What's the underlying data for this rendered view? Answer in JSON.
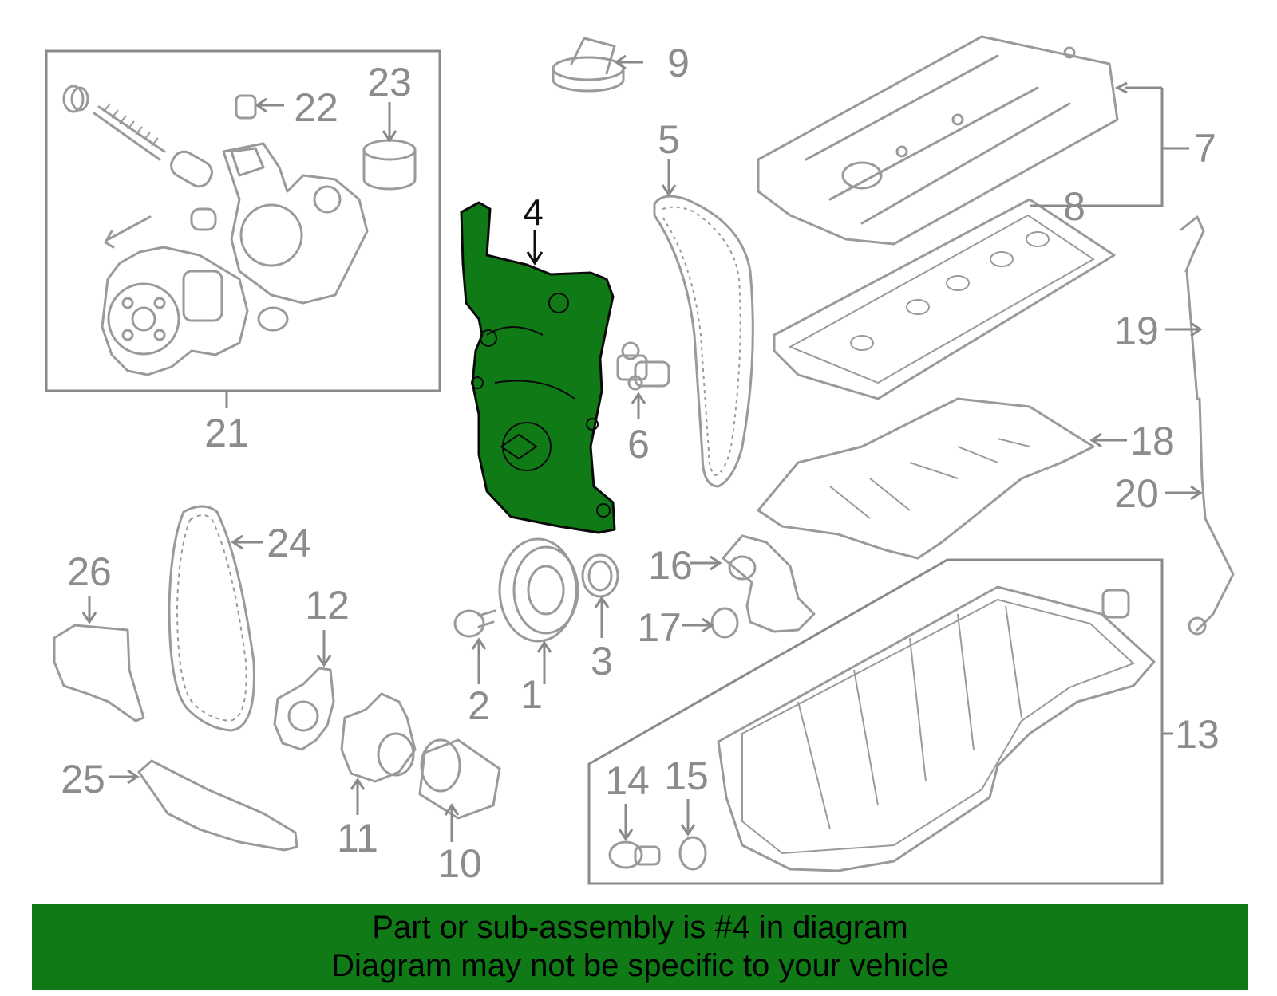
{
  "callouts": {
    "c1": "1",
    "c2": "2",
    "c3": "3",
    "c4": "4",
    "c5": "5",
    "c6": "6",
    "c7": "7",
    "c8": "8",
    "c9": "9",
    "c10": "10",
    "c11": "11",
    "c12": "12",
    "c13": "13",
    "c14": "14",
    "c15": "15",
    "c16": "16",
    "c17": "17",
    "c18": "18",
    "c19": "19",
    "c20": "20",
    "c21": "21",
    "c22": "22",
    "c23": "23",
    "c24": "24",
    "c25": "25",
    "c26": "26"
  },
  "highlight": {
    "part": "4",
    "color": "#0f7a16"
  },
  "banner": {
    "line1": "Part or sub-assembly is #4 in diagram",
    "line2": "Diagram may not be specific to your vehicle",
    "color": "#0f7a16"
  }
}
